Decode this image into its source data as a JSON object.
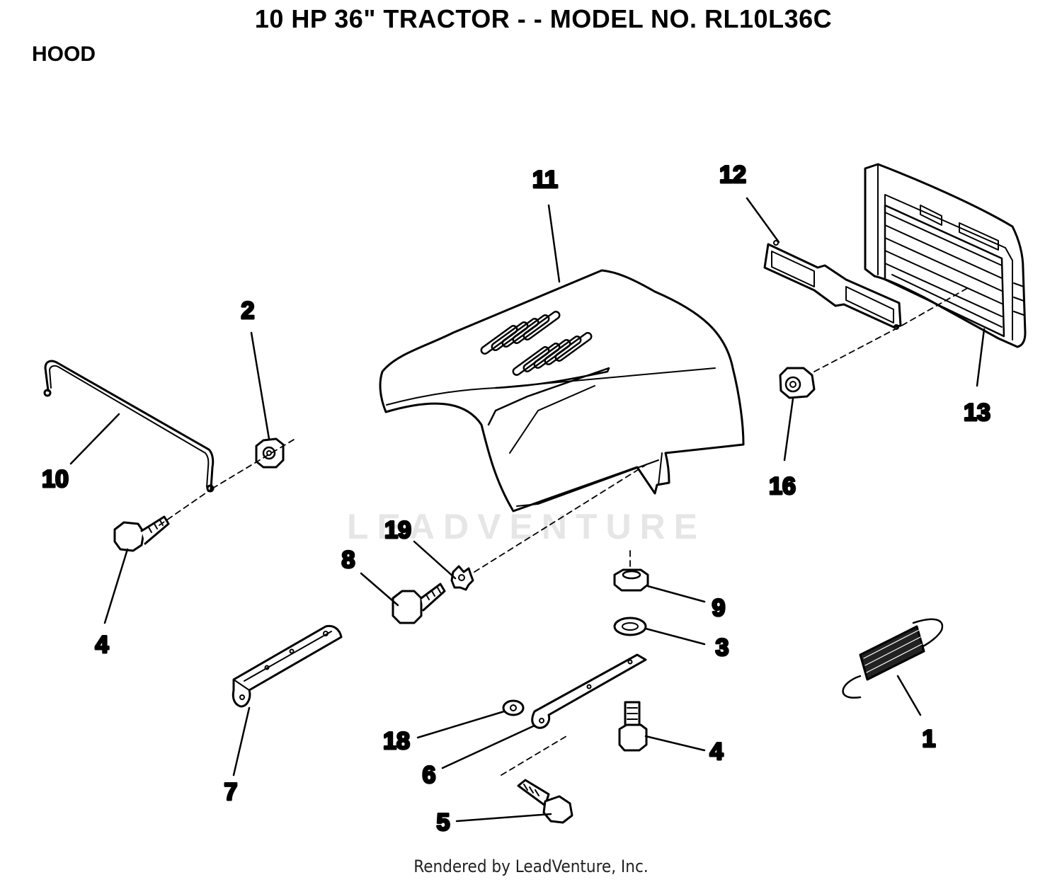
{
  "header": {
    "title": "10 HP 36\" TRACTOR - - MODEL NO. RL10L36C",
    "section": "HOOD"
  },
  "watermark": "LEADVENTURE",
  "footer": "Rendered by LeadVenture, Inc.",
  "callouts": [
    {
      "id": "1",
      "part": "extension-spring"
    },
    {
      "id": "2",
      "part": "nut"
    },
    {
      "id": "3",
      "part": "washer"
    },
    {
      "id": "4",
      "part": "bolt"
    },
    {
      "id": "4",
      "part": "bolt"
    },
    {
      "id": "5",
      "part": "shoulder-bolt"
    },
    {
      "id": "6",
      "part": "hood-link"
    },
    {
      "id": "7",
      "part": "hood-bracket"
    },
    {
      "id": "8",
      "part": "flange-bolt"
    },
    {
      "id": "9",
      "part": "nut"
    },
    {
      "id": "10",
      "part": "hood-rod"
    },
    {
      "id": "11",
      "part": "hood"
    },
    {
      "id": "12",
      "part": "grille-bracket"
    },
    {
      "id": "13",
      "part": "grille"
    },
    {
      "id": "16",
      "part": "flange-nut"
    },
    {
      "id": "18",
      "part": "washer"
    },
    {
      "id": "19",
      "part": "star-washer"
    }
  ]
}
